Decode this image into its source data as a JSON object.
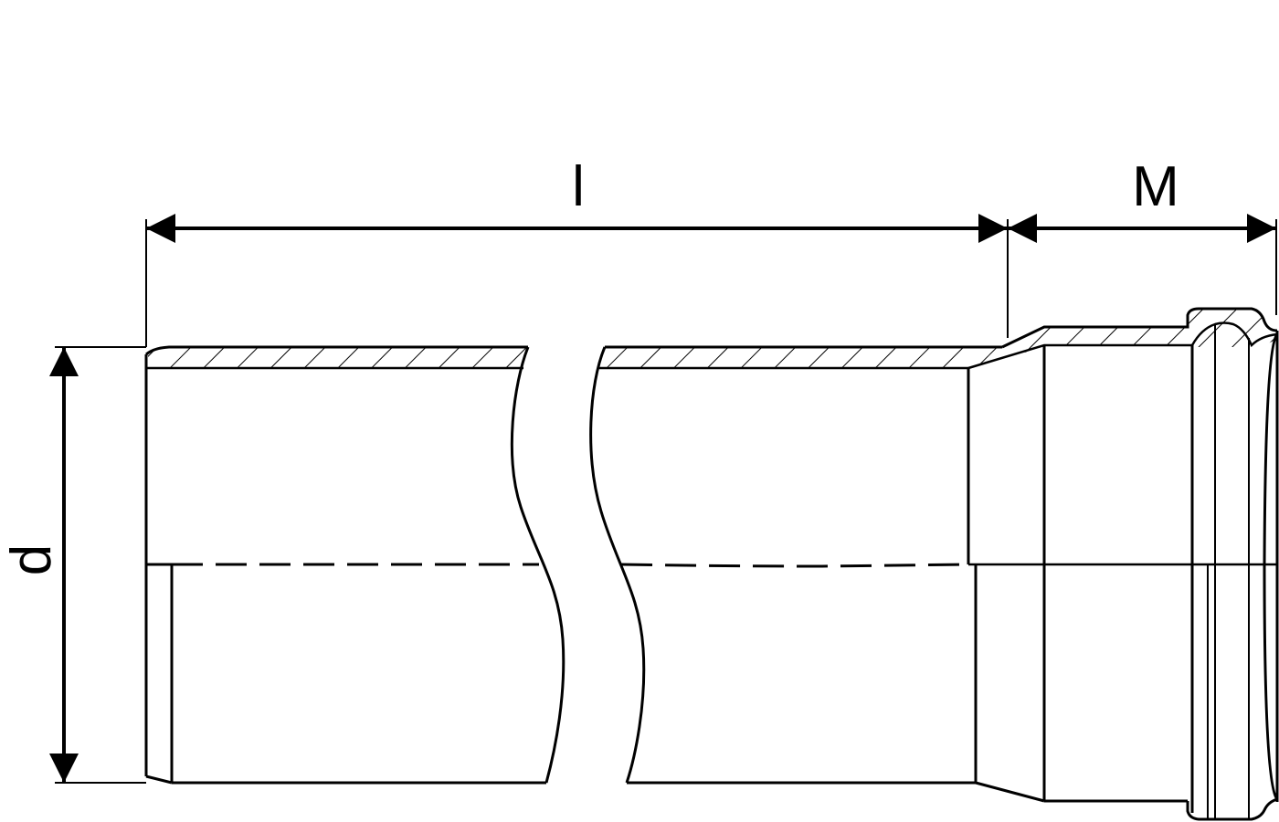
{
  "diagram": {
    "labels": {
      "length": "l",
      "socket_depth": "M",
      "diameter": "d"
    },
    "colors": {
      "line": "#000000",
      "background": "#ffffff"
    }
  }
}
